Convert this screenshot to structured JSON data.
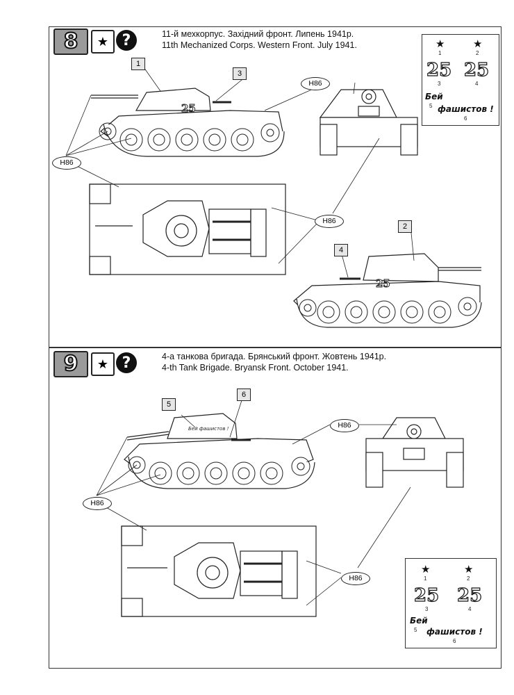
{
  "steps": [
    {
      "number": "8",
      "caption_ua": "11-й мехкорпус. Західний фронт. Липень 1941р.",
      "caption_en": "11th Mechanized Corps. Western Front. July 1941.",
      "decals": {
        "star_1_num": "1",
        "star_2_num": "2",
        "num_a": "25",
        "num_a_idx": "3",
        "num_b": "25",
        "num_b_idx": "4",
        "slogan_1": "Бей",
        "slogan_1_idx": "5",
        "slogan_2": "фашистов !",
        "slogan_2_idx": "6"
      },
      "callouts": [
        "1",
        "2",
        "3",
        "4"
      ],
      "paint_code": "H86",
      "tank_number": "25"
    },
    {
      "number": "9",
      "caption_ua": "4-а  танкова бригада. Брянський фронт. Жовтень 1941р.",
      "caption_en": "4-th Tank Brigade. Bryansk Front. October 1941.",
      "decals": {
        "star_1_num": "1",
        "star_2_num": "2",
        "num_a": "25",
        "num_a_idx": "3",
        "num_b": "25",
        "num_b_idx": "4",
        "slogan_1": "Бей",
        "slogan_1_idx": "5",
        "slogan_2": "фашистов !",
        "slogan_2_idx": "6"
      },
      "callouts": [
        "5",
        "6"
      ],
      "paint_code": "H86",
      "tank_slogan": "Бей фашистов !"
    }
  ],
  "icons": {
    "star": "★",
    "question": "?"
  }
}
